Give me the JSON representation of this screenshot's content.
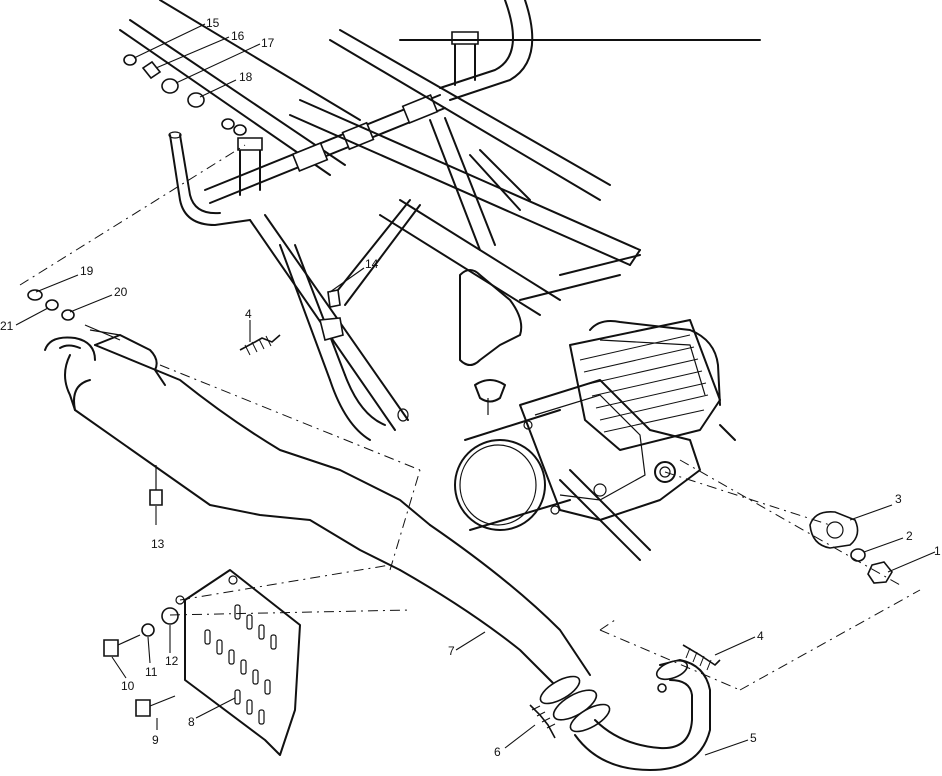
{
  "diagram": {
    "callouts": [
      {
        "id": "c1",
        "label": "1"
      },
      {
        "id": "c2",
        "label": "2"
      },
      {
        "id": "c3",
        "label": "3"
      },
      {
        "id": "c4a",
        "label": "4"
      },
      {
        "id": "c4b",
        "label": "4"
      },
      {
        "id": "c5",
        "label": "5"
      },
      {
        "id": "c6",
        "label": "6"
      },
      {
        "id": "c7",
        "label": "7"
      },
      {
        "id": "c8",
        "label": "8"
      },
      {
        "id": "c9",
        "label": "9"
      },
      {
        "id": "c10",
        "label": "10"
      },
      {
        "id": "c11",
        "label": "11"
      },
      {
        "id": "c12",
        "label": "12"
      },
      {
        "id": "c13",
        "label": "13"
      },
      {
        "id": "c14",
        "label": "14"
      },
      {
        "id": "c15",
        "label": "15"
      },
      {
        "id": "c16",
        "label": "16"
      },
      {
        "id": "c17",
        "label": "17"
      },
      {
        "id": "c18",
        "label": "18"
      },
      {
        "id": "c19",
        "label": "19"
      },
      {
        "id": "c20",
        "label": "20"
      },
      {
        "id": "c21",
        "label": "21"
      }
    ]
  }
}
